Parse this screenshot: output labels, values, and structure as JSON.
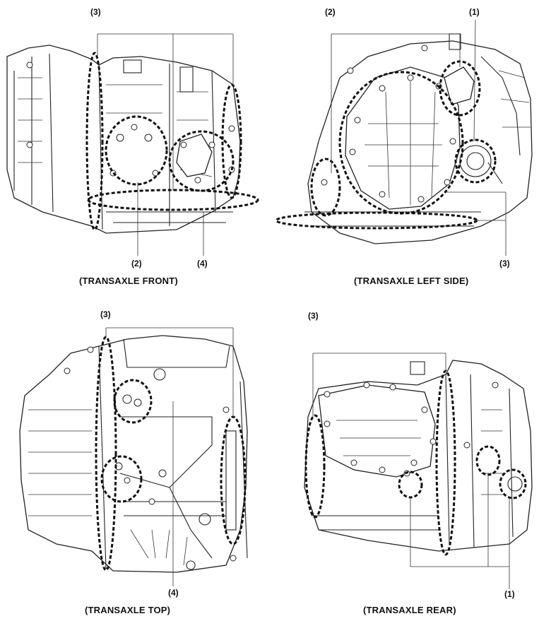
{
  "panels": {
    "front": {
      "caption": "(TRANSAXLE FRONT)",
      "callouts": {
        "c3": "(3)",
        "c2": "(2)",
        "c4": "(4)"
      }
    },
    "left": {
      "caption": "(TRANSAXLE LEFT SIDE)",
      "callouts": {
        "c2": "(2)",
        "c1": "(1)",
        "c3": "(3)"
      }
    },
    "top": {
      "caption": "(TRANSAXLE TOP)",
      "callouts": {
        "c3": "(3)",
        "c4": "(4)"
      }
    },
    "rear": {
      "caption": "(TRANSAXLE REAR)",
      "callouts": {
        "c3": "(3)",
        "c1": "(1)"
      }
    }
  }
}
